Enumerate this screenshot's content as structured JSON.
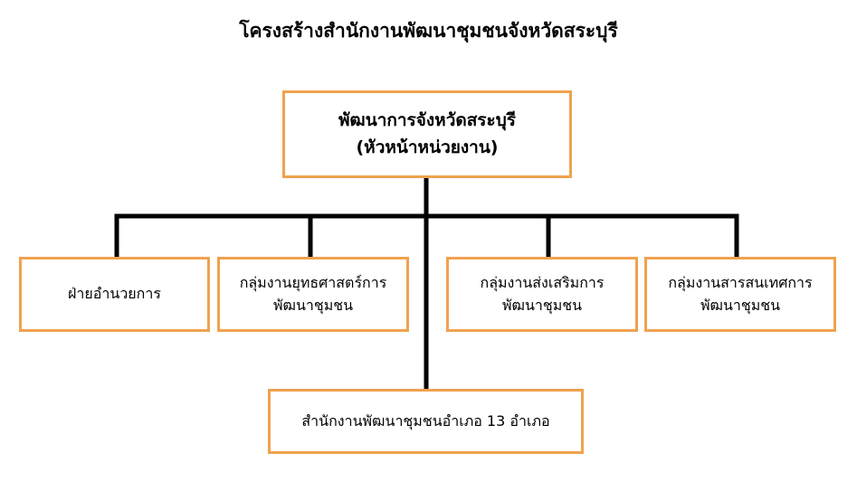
{
  "title": "โครงสร้างสำนักงานพัฒนาชุมชนจังหวัดสระบุรี",
  "colors": {
    "box_border": "#f0a24e",
    "connector": "#000000"
  },
  "root": {
    "line1": "พัฒนาการจังหวัดสระบุรี",
    "line2": "(หัวหน้าหน่วยงาน)"
  },
  "units": [
    {
      "line1": "ฝ่ายอำนวยการ"
    },
    {
      "line1": "กลุ่มงานยุทธศาสตร์การ",
      "line2": "พัฒนาชุมชน"
    },
    {
      "line1": "กลุ่มงานส่งเสริมการ",
      "line2": "พัฒนาชุมชน"
    },
    {
      "line1": "กลุ่มงานสารสนเทศการ",
      "line2": "พัฒนาชุมชน"
    }
  ],
  "district": {
    "line1": "สำนักงานพัฒนาชุมชนอำเภอ 13 อำเภอ"
  }
}
